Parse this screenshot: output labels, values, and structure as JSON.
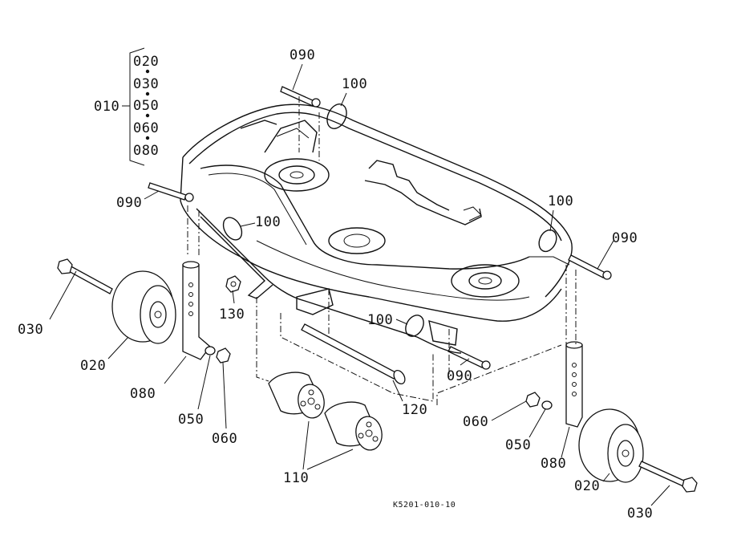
{
  "diagram": {
    "code": "K5201-010-10",
    "group": {
      "label": "010",
      "items": [
        "020",
        "030",
        "050",
        "060",
        "080"
      ]
    },
    "labels": {
      "p090_top": "090",
      "p100_top": "100",
      "p090_left": "090",
      "p100_left": "100",
      "p100_right": "100",
      "p090_right": "090",
      "p030_left": "030",
      "p020_left": "020",
      "p130": "130",
      "p080_left": "080",
      "p050_left": "050",
      "p060_left": "060",
      "p100_mid": "100",
      "p090_mid": "090",
      "p120": "120",
      "p110": "110",
      "p060_right": "060",
      "p050_right": "050",
      "p080_right": "080",
      "p020_right": "020",
      "p030_right": "030"
    }
  }
}
